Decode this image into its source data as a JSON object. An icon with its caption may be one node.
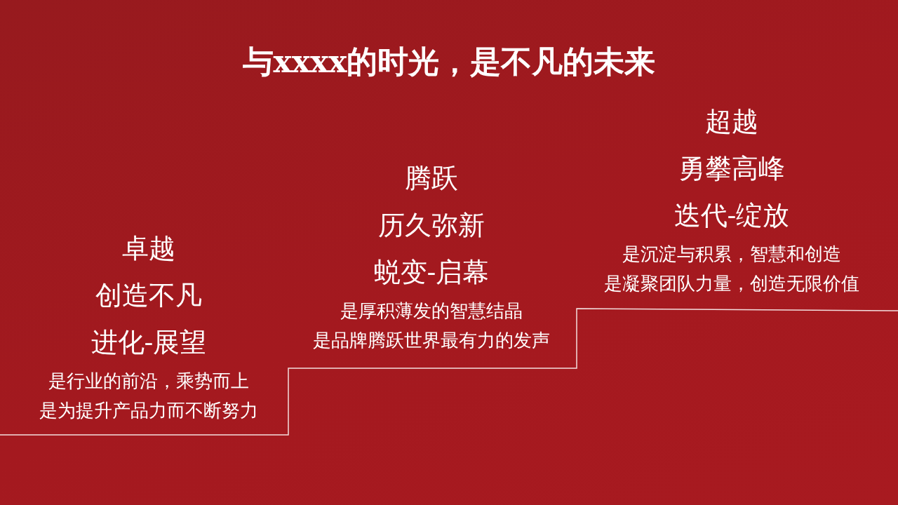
{
  "diagram": {
    "title": "与xxxx的时光，是不凡的未来",
    "nodes": [
      {
        "text": [
          "卓越",
          "创造不凡",
          "进化-展望",
          "是行业的前沿，乘势而上",
          "是为提升产品力而不断努力"
        ]
      },
      {
        "text": [
          "腾跃",
          "历久弥新",
          "蜕变-启幕",
          "是厚积薄发的智慧结晶",
          "是品牌腾跃世界最有力的发声"
        ]
      },
      {
        "text": [
          "超越",
          "勇攀高峰",
          "迭代-绽放",
          "是沉淀与积累，智慧和创造",
          "是凝聚团队力量，创造无限价值"
        ]
      }
    ]
  }
}
